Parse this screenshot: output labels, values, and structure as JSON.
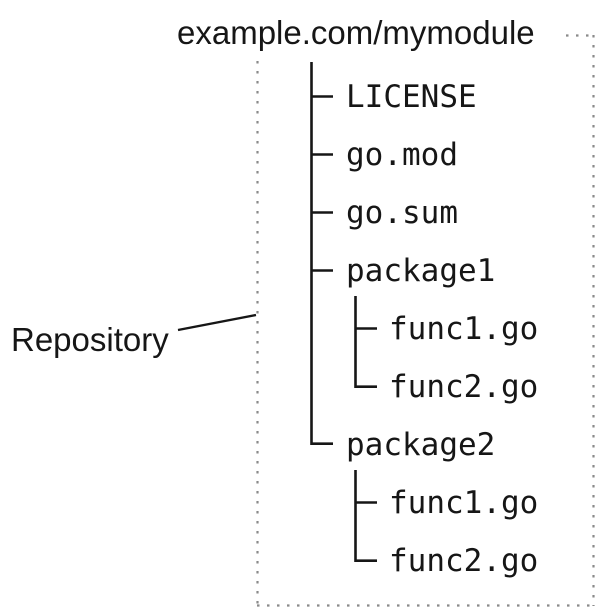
{
  "diagram": {
    "title": "example.com/mymodule",
    "annotation": {
      "label": "Repository"
    },
    "tree": {
      "items": [
        {
          "label": "LICENSE",
          "level": 1,
          "type": "file"
        },
        {
          "label": "go.mod",
          "level": 1,
          "type": "file"
        },
        {
          "label": "go.sum",
          "level": 1,
          "type": "file"
        },
        {
          "label": "package1",
          "level": 1,
          "type": "directory"
        },
        {
          "label": "func1.go",
          "level": 2,
          "type": "file",
          "parent": "package1"
        },
        {
          "label": "func2.go",
          "level": 2,
          "type": "file",
          "parent": "package1"
        },
        {
          "label": "package2",
          "level": 1,
          "type": "directory"
        },
        {
          "label": "func1.go",
          "level": 2,
          "type": "file",
          "parent": "package2"
        },
        {
          "label": "func2.go",
          "level": 2,
          "type": "file",
          "parent": "package2"
        }
      ]
    },
    "colors": {
      "text": "#161616",
      "tree_lines": "#161616",
      "dotted_border": "#8a8a8a",
      "background": "#ffffff"
    }
  }
}
